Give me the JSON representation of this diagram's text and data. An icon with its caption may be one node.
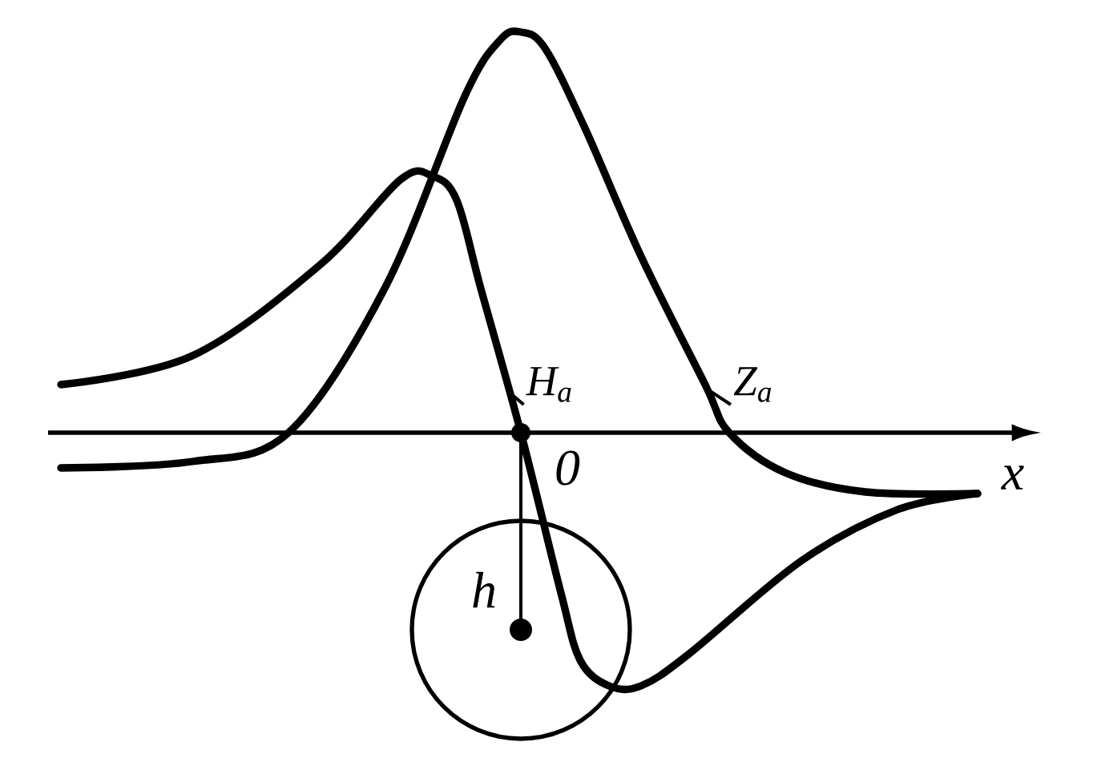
{
  "diagram": {
    "nodes": [
      {
        "text": [
          "H$_{a}$"
        ]
      },
      {
        "text": [],
        "shape": "curve"
      },
      {
        "text": [
          "Z$_{a}$"
        ]
      },
      {
        "text": [],
        "shape": "curve"
      }
    ],
    "edges": [
      {
        "from": 0,
        "to": 1,
        "arrow": "none"
      },
      {
        "from": 2,
        "to": 3,
        "arrow": "none"
      }
    ],
    "labels": [
      "0",
      "x",
      "h"
    ]
  }
}
